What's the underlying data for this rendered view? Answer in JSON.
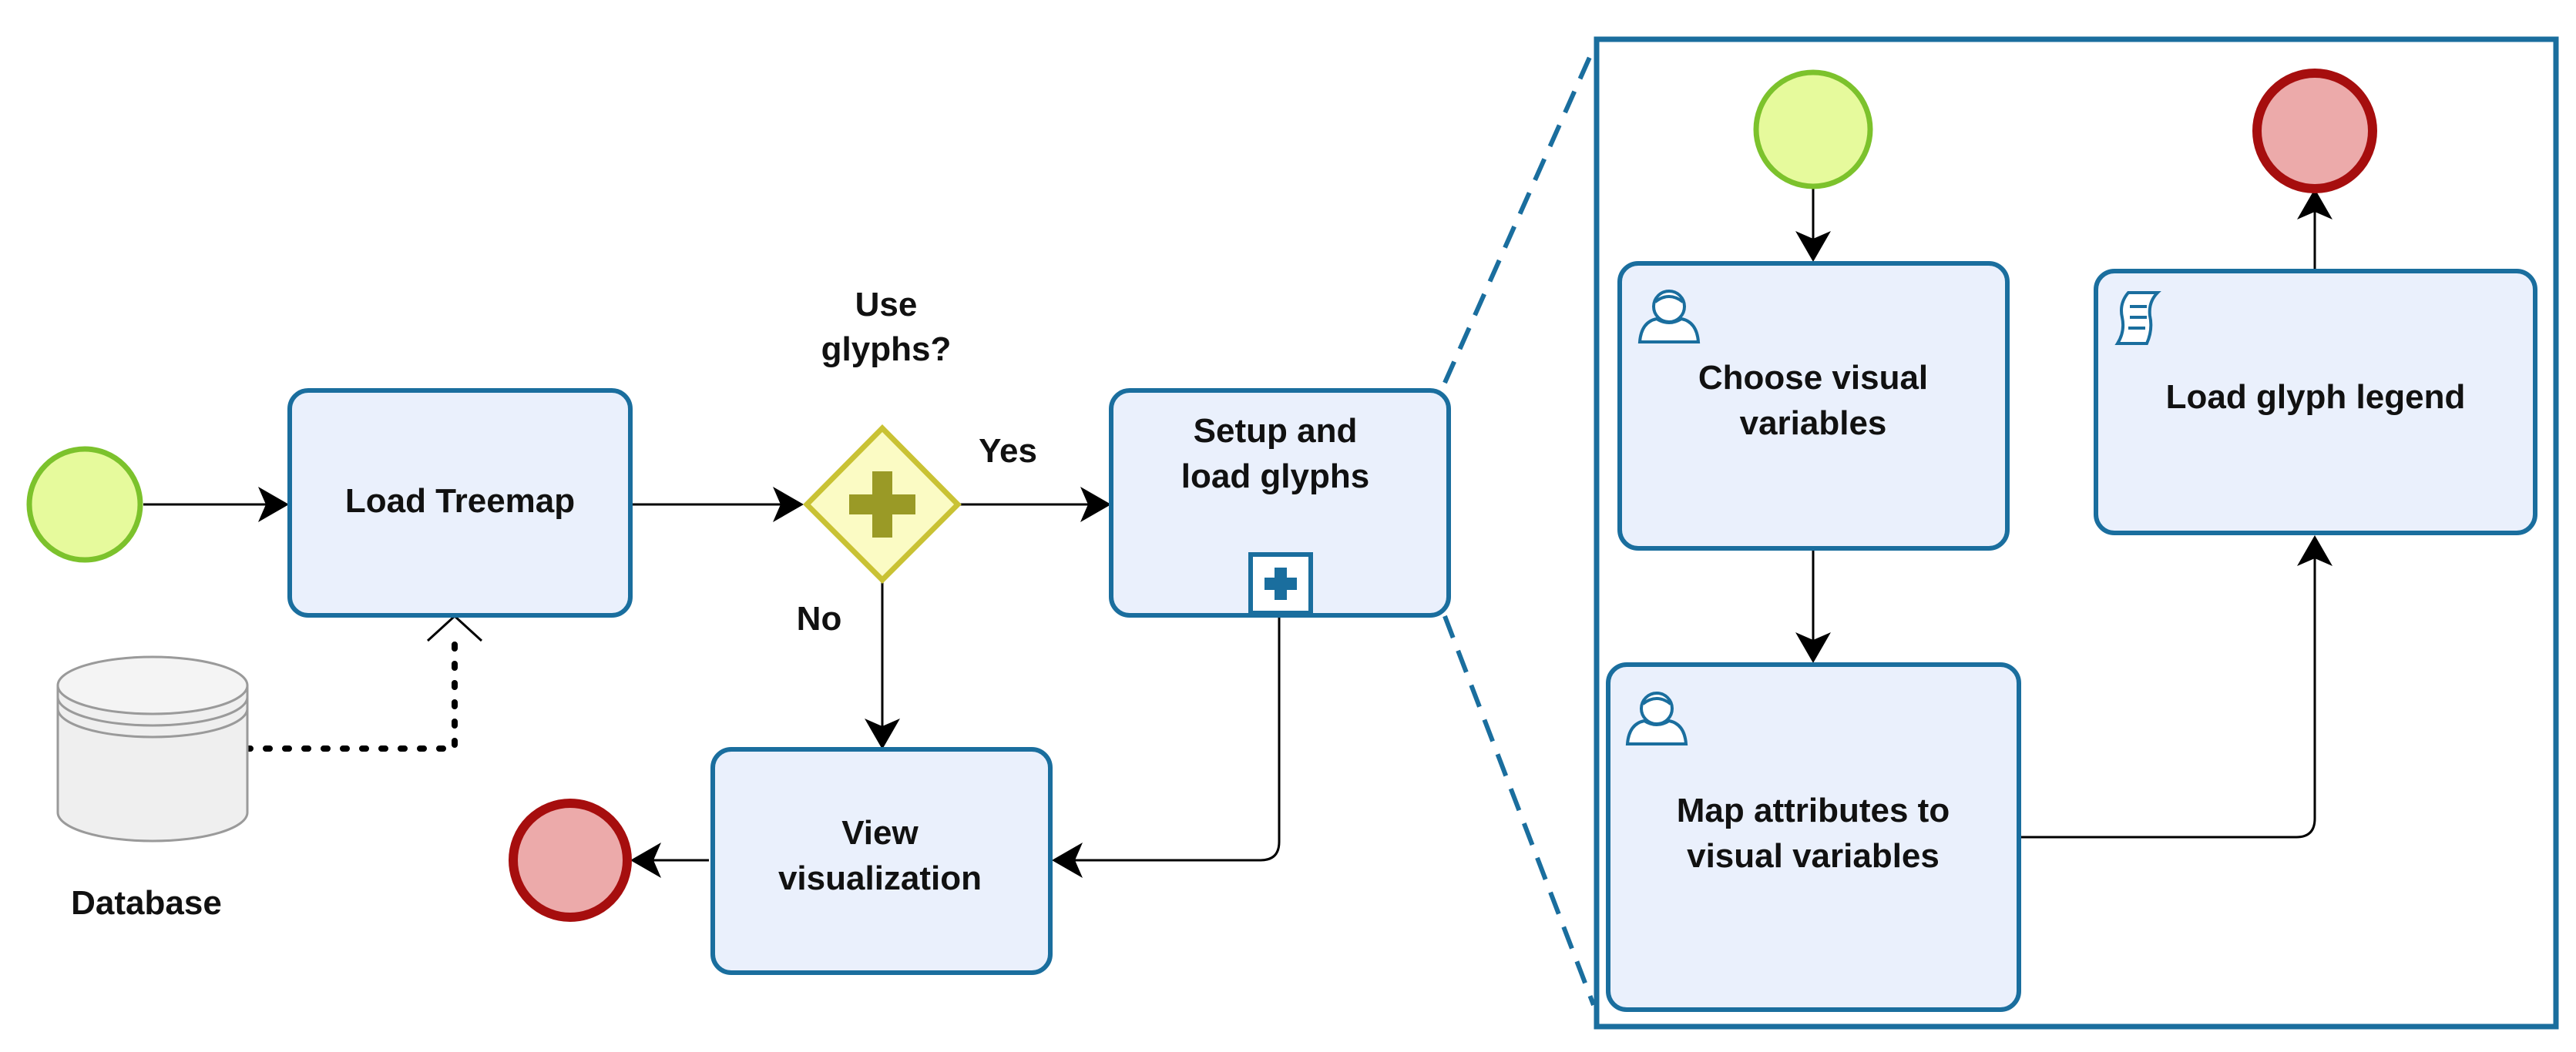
{
  "main_process": {
    "tasks": {
      "load_treemap": "Load Treemap",
      "setup_glyphs": [
        "Setup and",
        "load glyphs"
      ],
      "view_visualization": [
        "View",
        "visualization"
      ]
    },
    "gateway": {
      "question": [
        "Use",
        "glyphs?"
      ],
      "yes_label": "Yes",
      "no_label": "No"
    },
    "database": "Database"
  },
  "subprocess": {
    "tasks": {
      "choose_visual_variables": [
        "Choose visual",
        "variables"
      ],
      "map_attributes": [
        "Map attributes to",
        "visual variables"
      ],
      "load_glyph_legend": "Load glyph legend"
    }
  },
  "colors": {
    "start_event_fill": "#e6fa9c",
    "start_event_stroke": "#7cc22c",
    "end_event_fill": "#ecaaaa",
    "end_event_stroke": "#a60e0e",
    "task_fill": "#eaf0fc",
    "task_stroke": "#1a6e9e",
    "gateway_fill": "#fbfbc4",
    "gateway_stroke": "#c9c234",
    "gateway_marker": "#9a9a26"
  }
}
